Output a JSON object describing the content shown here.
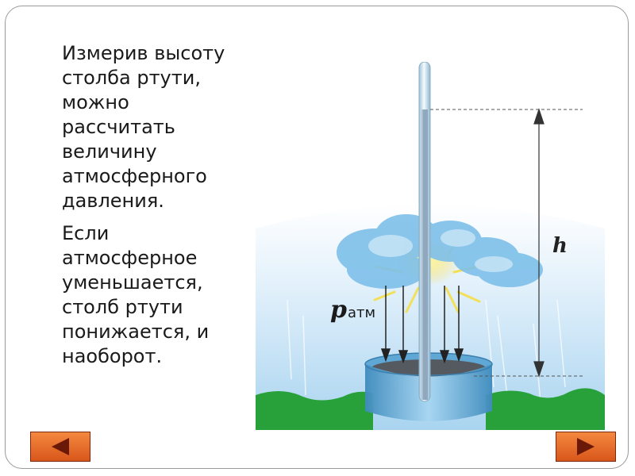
{
  "text": {
    "paragraph1": "Измерив высоту\nстолба ртути,\nможно\nрассчитать\nвеличину\nатмосферного\nдавления.",
    "paragraph2": "Если\nатмосферное\nуменьшается,\nстолб ртути\nпонижается, и\nнаоборот."
  },
  "diagram": {
    "height_label": "h",
    "pressure_symbol": "p",
    "pressure_subscript": "атм"
  },
  "navigation": {
    "prev_icon": "triangle-left",
    "next_icon": "triangle-right",
    "button_color": "#e86a2a"
  }
}
